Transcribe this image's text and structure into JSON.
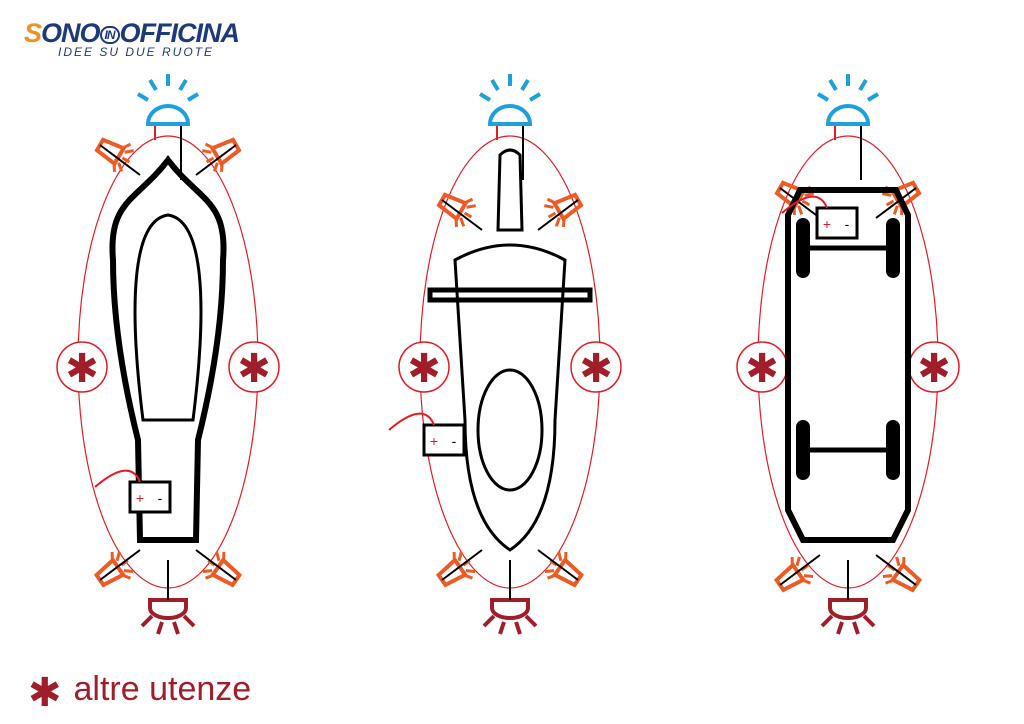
{
  "logo": {
    "brand_first": "S",
    "brand_rest": "ONO",
    "brand_in": "IN",
    "brand_last": "OFFICINA",
    "tagline": "IDEE SU DUE RUOTE"
  },
  "legend": {
    "symbol": "✱",
    "label": "altre utenze"
  },
  "battery": {
    "plus": "+",
    "minus": "-"
  },
  "panels": [
    {
      "vehicle": "motorcycle"
    },
    {
      "vehicle": "scooter"
    },
    {
      "vehicle": "car"
    }
  ],
  "colors": {
    "beacon": "#1ea0dc",
    "indicator": "#ee5a24",
    "rear": "#a01e2a",
    "aux": "#a01e2a",
    "wire": "#e31b23"
  }
}
